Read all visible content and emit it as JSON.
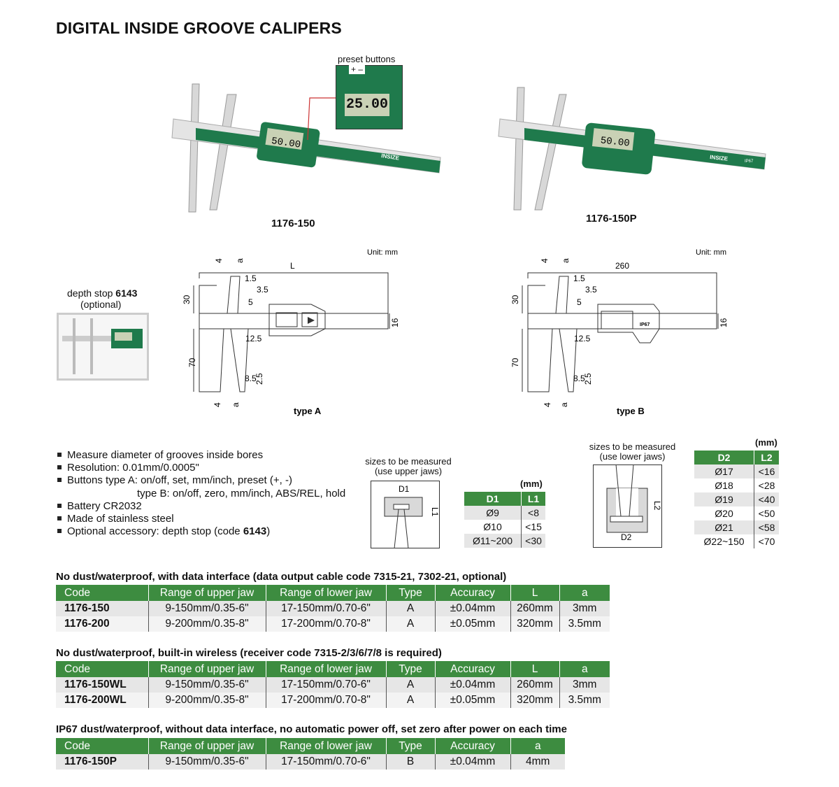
{
  "title": "DIGITAL INSIDE GROOVE CALIPERS",
  "colors": {
    "green": "#3d8c40",
    "caliper_green": "#1f7a4c",
    "row_gray": "#e6e6e6"
  },
  "photos": {
    "preset_label": "preset buttons",
    "preset_signs": "+  –",
    "display_a": "50.00",
    "display_preset": "25.00",
    "display_b": "50.00",
    "brand": "INSIZE",
    "ip_mark": "IP67",
    "model_a": "1176-150",
    "model_b": "1176-150P"
  },
  "depth_stop": {
    "prefix": "depth stop ",
    "code": "6143",
    "optional": "(optional)"
  },
  "drawings": {
    "unit": "Unit: mm",
    "a": {
      "type": "type A",
      "L": "L",
      "d1": "1.5",
      "d2": "3.5",
      "d3": "5",
      "d4": "12.5",
      "d5": "8.5",
      "d6": "2.5",
      "h1": "30",
      "h2": "70",
      "h3": "16",
      "t1": "4",
      "t2": "a"
    },
    "b": {
      "type": "type B",
      "L": "260",
      "d1": "1.5",
      "d2": "3.5",
      "d3": "5",
      "d4": "12.5",
      "d5": "8.5",
      "d6": "2.5",
      "h1": "30",
      "h2": "70",
      "h3": "16",
      "t1": "4",
      "t2": "a",
      "ip": "IP67"
    }
  },
  "features": [
    {
      "text": "Measure diameter of grooves inside bores"
    },
    {
      "text": "Resolution: 0.01mm/0.0005\""
    },
    {
      "text": "Buttons type A: on/off, set, mm/inch, preset (+, -)"
    },
    {
      "text": "type B: on/off, zero, mm/inch, ABS/REL, hold",
      "cont": true
    },
    {
      "text": "Battery CR2032"
    },
    {
      "text": "Made of stainless steel"
    },
    {
      "text": "Optional accessory: depth stop (code ",
      "bold": "6143",
      "end": ")"
    }
  ],
  "upper_sizes": {
    "label1": "sizes to be measured",
    "label2": "(use upper jaws)",
    "d": "D1",
    "l": "L1",
    "unit": "(mm)",
    "headers": [
      "D1",
      "L1"
    ],
    "rows": [
      [
        "Ø9",
        "<8"
      ],
      [
        "Ø10",
        "<15"
      ],
      [
        "Ø11~200",
        "<30"
      ]
    ]
  },
  "lower_sizes": {
    "label1": "sizes to be measured",
    "label2": "(use lower jaws)",
    "d": "D2",
    "l": "L2",
    "unit": "(mm)",
    "headers": [
      "D2",
      "L2"
    ],
    "rows": [
      [
        "Ø17",
        "<16"
      ],
      [
        "Ø18",
        "<28"
      ],
      [
        "Ø19",
        "<40"
      ],
      [
        "Ø20",
        "<50"
      ],
      [
        "Ø21",
        "<58"
      ],
      [
        "Ø22~150",
        "<70"
      ]
    ]
  },
  "tables": [
    {
      "caption": "No dust/waterproof, with data interface (data output cable code 7315-21, 7302-21, optional)",
      "headers": [
        "Code",
        "Range of upper jaw",
        "Range of lower jaw",
        "Type",
        "Accuracy",
        "L",
        "a"
      ],
      "rows": [
        [
          "1176-150",
          "9-150mm/0.35-6\"",
          "17-150mm/0.70-6\"",
          "A",
          "±0.04mm",
          "260mm",
          "3mm"
        ],
        [
          "1176-200",
          "9-200mm/0.35-8\"",
          "17-200mm/0.70-8\"",
          "A",
          "±0.05mm",
          "320mm",
          "3.5mm"
        ]
      ]
    },
    {
      "caption": "No dust/waterproof, built-in wireless (receiver code 7315-2/3/6/7/8 is required)",
      "headers": [
        "Code",
        "Range of upper jaw",
        "Range of lower jaw",
        "Type",
        "Accuracy",
        "L",
        "a"
      ],
      "rows": [
        [
          "1176-150WL",
          "9-150mm/0.35-6\"",
          "17-150mm/0.70-6\"",
          "A",
          "±0.04mm",
          "260mm",
          "3mm"
        ],
        [
          "1176-200WL",
          "9-200mm/0.35-8\"",
          "17-200mm/0.70-8\"",
          "A",
          "±0.05mm",
          "320mm",
          "3.5mm"
        ]
      ]
    },
    {
      "caption": "IP67 dust/waterproof, without data interface, no automatic power off, set zero after power on each time",
      "headers": [
        "Code",
        "Range of upper jaw",
        "Range of lower jaw",
        "Type",
        "Accuracy",
        "a"
      ],
      "rows": [
        [
          "1176-150P",
          "9-150mm/0.35-6\"",
          "17-150mm/0.70-6\"",
          "B",
          "±0.04mm",
          "4mm"
        ]
      ]
    }
  ]
}
